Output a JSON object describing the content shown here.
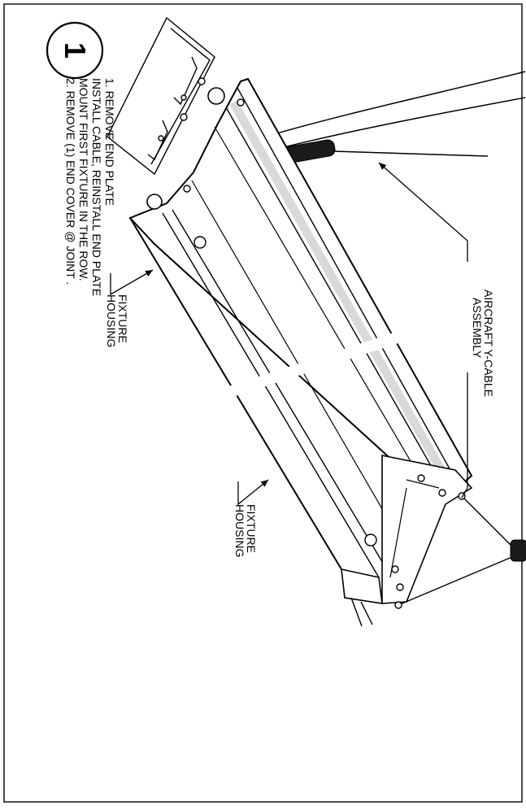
{
  "step": {
    "number": "1"
  },
  "instructions": {
    "line1": "1. REMOVE END PLATE",
    "line2": "INSTALL CABLE, REINSTALL END PLATE",
    "line3": "MOUNT FIRST FIXTURE IN THE ROW.",
    "line4": "2. REMOVE (1) END COVER @ JOINT ."
  },
  "callouts": {
    "cable_line1": "AIRCRAFT Y-CABLE",
    "cable_line2": "ASSEMBLY",
    "housing_a_line1": "FIXTURE",
    "housing_a_line2": "HOUSING",
    "housing_b_line1": "FIXTURE",
    "housing_b_line2": "HOUSING"
  },
  "colors": {
    "ink": "#000000",
    "paper": "#ffffff",
    "shade": "#d9d9d9"
  }
}
